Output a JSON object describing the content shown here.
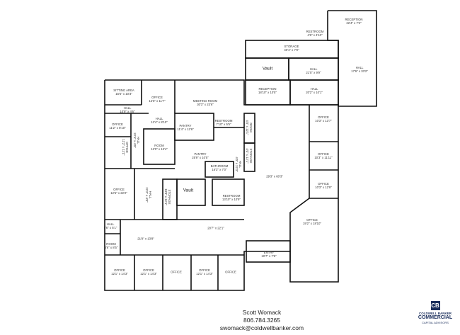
{
  "rooms": [
    {
      "name": "RECEPTION",
      "dims": "22'4\" x 7'2\""
    },
    {
      "name": "RESTROOM",
      "dims": "4'6\" x 4'10\""
    },
    {
      "name": "STORAGE",
      "dims": "40'1\" x 7'0\""
    },
    {
      "name": "Vault",
      "dims": ""
    },
    {
      "name": "HALL",
      "dims": "21'5\" x 9'9\""
    },
    {
      "name": "HALL",
      "dims": "17'6\" x 33'2\""
    },
    {
      "name": "RECEPTION",
      "dims": "18'10\" x 10'5\""
    },
    {
      "name": "HALL",
      "dims": "20'2\" x 10'1\""
    },
    {
      "name": "SITTING AREA",
      "dims": "15'6\" x 10'3\""
    },
    {
      "name": "OFFICE",
      "dims": "12'6\" x 11'7\""
    },
    {
      "name": "MEETING ROOM",
      "dims": "30'3\" x 23'6\""
    },
    {
      "name": "HALL",
      "dims": "10'9\" x 4'6\""
    },
    {
      "name": "HALL",
      "dims": "12'4\" x 8'10\""
    },
    {
      "name": "PANTRY",
      "dims": "11'4\" x 12'6\""
    },
    {
      "name": "RESTROOM",
      "dims": "7'10\" x 5'5\""
    },
    {
      "name": "OFFICE",
      "dims": "11'2\" x 8'10\""
    },
    {
      "name": "OFFICE",
      "dims": "11'2\" x 11'1\""
    },
    {
      "name": "HALL",
      "dims": "22'6\" x 4'0\""
    },
    {
      "name": "ROOM",
      "dims": "12'0\" x 13'4\""
    },
    {
      "name": "PANTRY",
      "dims": "25'9\" x 10'5\""
    },
    {
      "name": "BATHROOM",
      "dims": "16'3\" x 7'0\""
    },
    {
      "name": "HALL",
      "dims": "4'0\" x 22'3\""
    },
    {
      "name": "ROOM",
      "dims": "4'0\" x 12'1\""
    },
    {
      "name": "STORAGE",
      "dims": "4'0\" x 12'1\""
    },
    {
      "name": "OFFICE",
      "dims": "12'6\" x 22'2\""
    },
    {
      "name": "HALL",
      "dims": "22'2\" x 4'0\""
    },
    {
      "name": "STORAGE",
      "dims": "10'0\" x 12'1\""
    },
    {
      "name": "Vault",
      "dims": ""
    },
    {
      "name": "RESTROOM",
      "dims": "13'10\" x 10'9\""
    },
    {
      "name": "",
      "dims": "29'3\" x 60'3\""
    },
    {
      "name": "OFFICE",
      "dims": "10'3\" x 13'7\""
    },
    {
      "name": "OFFICE",
      "dims": "10'3\" x 11'11\""
    },
    {
      "name": "OFFICE",
      "dims": "10'3\" x 12'9\""
    },
    {
      "name": "OFFICE",
      "dims": "19'2\" x 18'10\""
    },
    {
      "name": "HALL",
      "dims": "8'6\" x 5'1\""
    },
    {
      "name": "ROOM",
      "dims": "8'6\" x 8'5\""
    },
    {
      "name": "",
      "dims": "21'9\" x 13'8\""
    },
    {
      "name": "",
      "dims": "20'7\" x 22'1\""
    },
    {
      "name": "ENTRY",
      "dims": "10'7\" x 7'5\""
    },
    {
      "name": "OFFICE",
      "dims": "12'1\" x 14'3\""
    },
    {
      "name": "OFFICE",
      "dims": "12'1\" x 14'3\""
    },
    {
      "name": "OFFICE",
      "dims": ""
    },
    {
      "name": "OFFICE",
      "dims": "12'1\" x 14'3\""
    },
    {
      "name": "OFFICE",
      "dims": ""
    }
  ],
  "contact": {
    "name": "Scott Womack",
    "phone": "806.784.3265",
    "email": "swomack@coldwellbanker.com"
  },
  "logo": {
    "mark": "CB",
    "line1": "COLDWELL BANKER",
    "line2": "COMMERCIAL",
    "line3": "CAPITAL ADVISORS",
    "color": "#1a2e5c"
  }
}
